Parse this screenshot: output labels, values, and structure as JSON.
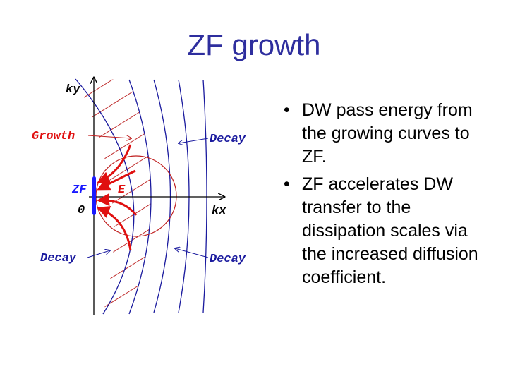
{
  "title": "ZF growth",
  "diagram": {
    "axis_y_label": "ky",
    "axis_x_label": "kx",
    "origin_label": "0",
    "zf_label": "ZF",
    "energy_label": "E",
    "growth_label": "Growth",
    "decay_labels": [
      "Decay",
      "Decay",
      "Decay"
    ],
    "colors": {
      "curves": "#1a1a9e",
      "growth": "#e01010",
      "zf": "#1a1aff",
      "axes": "#000000"
    }
  },
  "bullets": [
    "DW pass energy from the growing curves to ZF.",
    "ZF accelerates DW transfer to the dissipation scales via the increased diffusion coefficient."
  ]
}
